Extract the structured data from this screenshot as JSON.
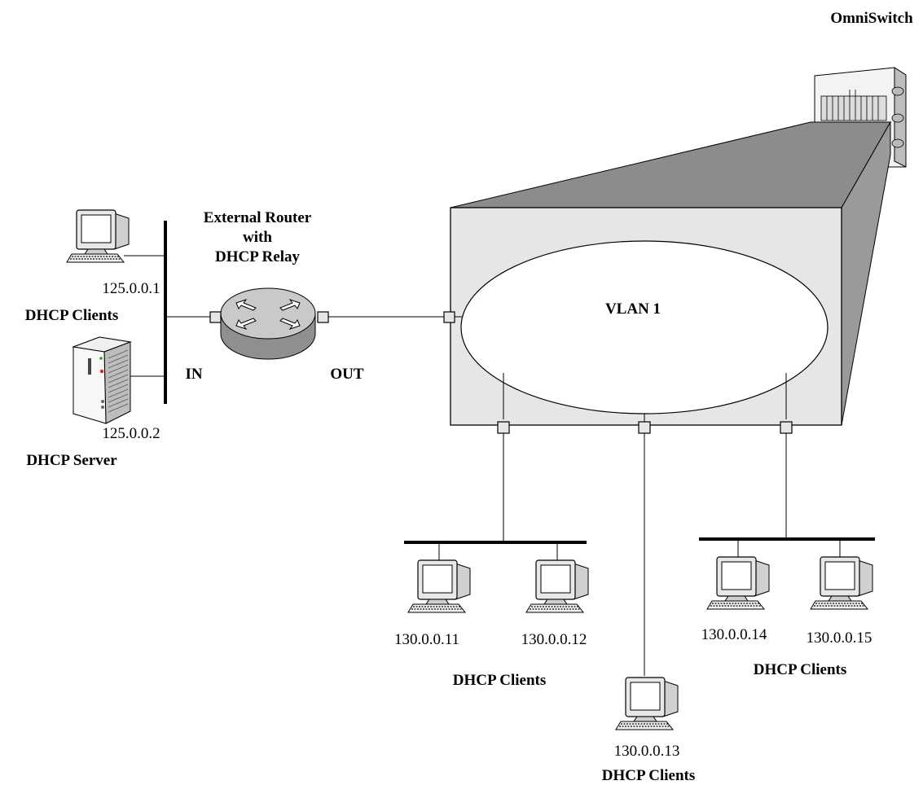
{
  "labels": {
    "omniswitch": "OmniSwitch",
    "router_line1": "External Router",
    "router_line2": "with",
    "router_line3": "DHCP Relay",
    "vlan": "VLAN 1",
    "in": "IN",
    "out": "OUT"
  },
  "left_hosts": {
    "client_ip": "125.0.0.1",
    "client_label": "DHCP Clients",
    "server_ip": "125.0.0.2",
    "server_label": "DHCP Server"
  },
  "clients": [
    {
      "ip": "130.0.0.11"
    },
    {
      "ip": "130.0.0.12"
    },
    {
      "ip": "130.0.0.13"
    },
    {
      "ip": "130.0.0.14"
    },
    {
      "ip": "130.0.0.15"
    }
  ],
  "group_labels": {
    "left_group": "DHCP Clients",
    "center_group": "DHCP Clients",
    "right_group": "DHCP Clients"
  },
  "icons": [
    "pc-icon",
    "server-icon",
    "router-icon",
    "switch-chassis-icon"
  ]
}
